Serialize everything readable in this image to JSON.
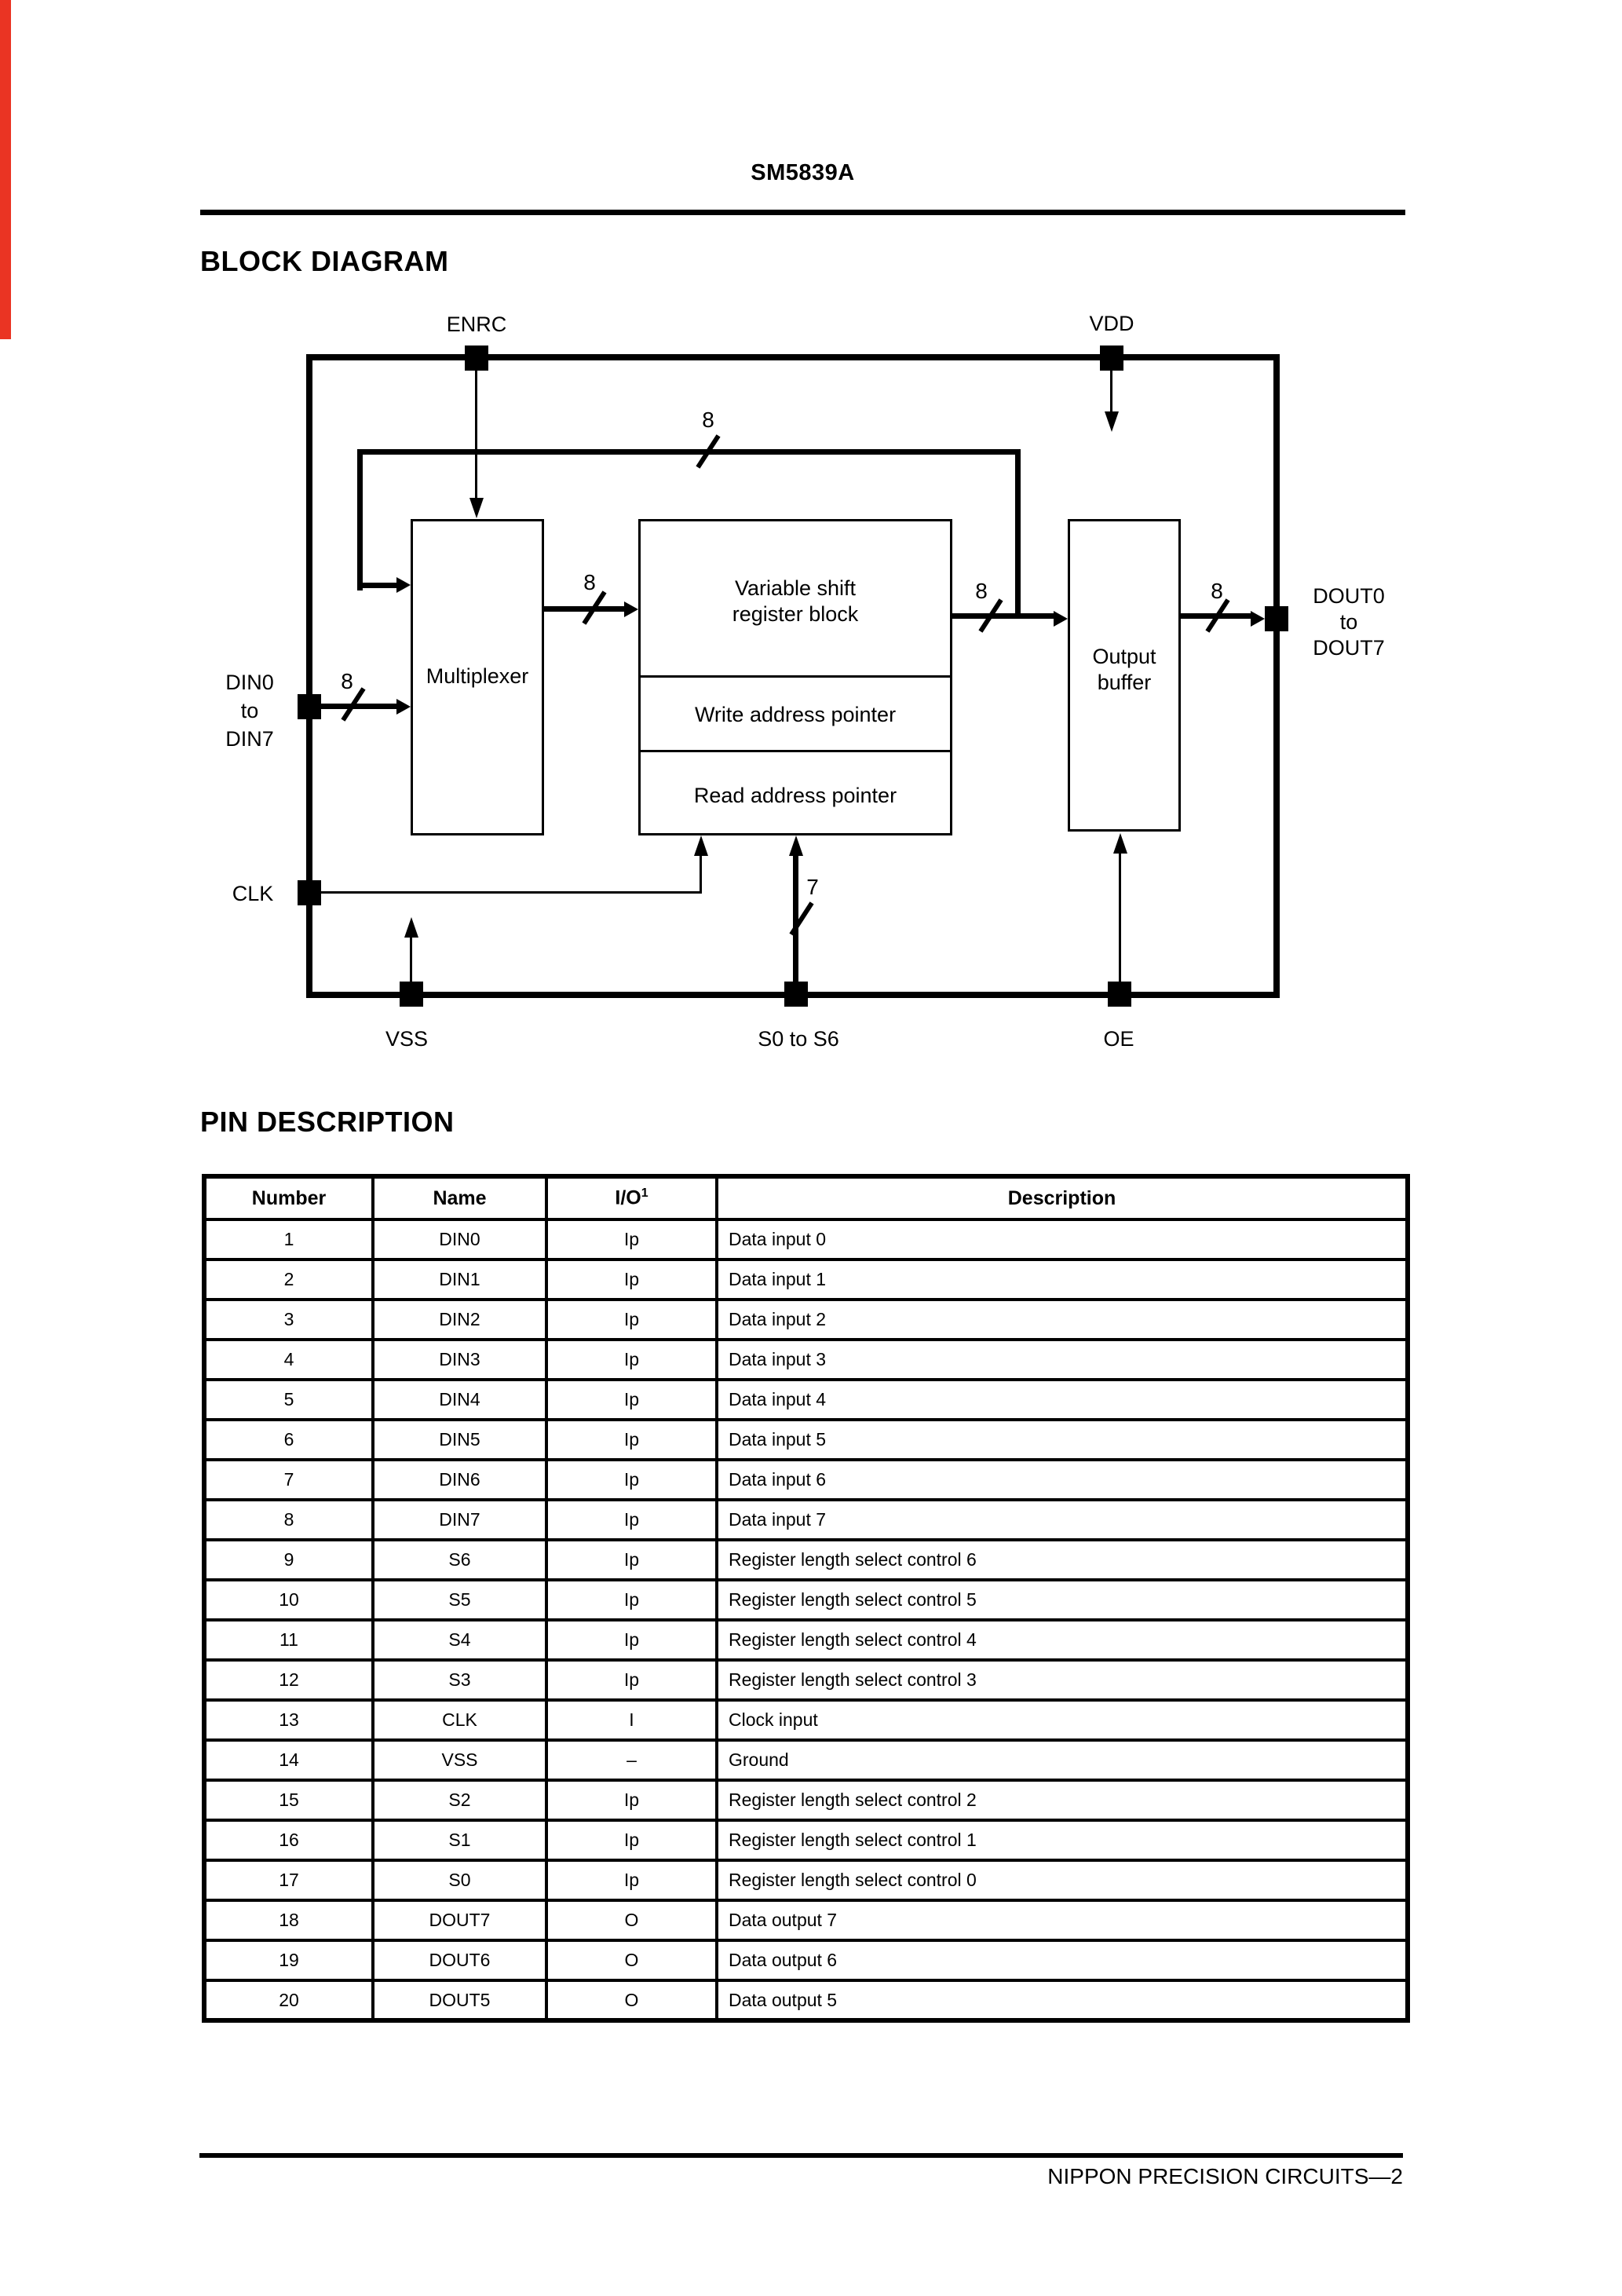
{
  "page": {
    "doc_title": "SM5839A",
    "block_diagram_heading": "BLOCK DIAGRAM",
    "pin_description_heading": "PIN DESCRIPTION",
    "footer": "NIPPON PRECISION CIRCUITS—2"
  },
  "diagram": {
    "pins": {
      "enrc": "ENRC",
      "vdd": "VDD",
      "din": [
        "DIN0",
        "to",
        "DIN7"
      ],
      "clk": "CLK",
      "vss": "VSS",
      "select": "S0 to S6",
      "oe": "OE",
      "dout": [
        "DOUT0",
        "to",
        "DOUT7"
      ]
    },
    "blocks": {
      "multiplexer": "Multiplexer",
      "vsr": [
        "Variable shift",
        "register block"
      ],
      "write_pointer": "Write address pointer",
      "read_pointer": "Read address pointer",
      "output_buffer": [
        "Output",
        "buffer"
      ]
    },
    "bus_widths": {
      "feedback": "8",
      "din": "8",
      "mux_to_vsr": "8",
      "vsr_to_buffer": "8",
      "dout": "8",
      "select": "7"
    }
  },
  "pin_table": {
    "headers": [
      "Number",
      "Name",
      "I/O",
      "Description"
    ],
    "io_superscript": "1",
    "rows": [
      [
        "1",
        "DIN0",
        "Ip",
        "Data input 0"
      ],
      [
        "2",
        "DIN1",
        "Ip",
        "Data input 1"
      ],
      [
        "3",
        "DIN2",
        "Ip",
        "Data input 2"
      ],
      [
        "4",
        "DIN3",
        "Ip",
        "Data input 3"
      ],
      [
        "5",
        "DIN4",
        "Ip",
        "Data input 4"
      ],
      [
        "6",
        "DIN5",
        "Ip",
        "Data input 5"
      ],
      [
        "7",
        "DIN6",
        "Ip",
        "Data input 6"
      ],
      [
        "8",
        "DIN7",
        "Ip",
        "Data input 7"
      ],
      [
        "9",
        "S6",
        "Ip",
        "Register length select control 6"
      ],
      [
        "10",
        "S5",
        "Ip",
        "Register length select control 5"
      ],
      [
        "11",
        "S4",
        "Ip",
        "Register length select control 4"
      ],
      [
        "12",
        "S3",
        "Ip",
        "Register length select control 3"
      ],
      [
        "13",
        "CLK",
        "I",
        "Clock input"
      ],
      [
        "14",
        "VSS",
        "–",
        "Ground"
      ],
      [
        "15",
        "S2",
        "Ip",
        "Register length select control 2"
      ],
      [
        "16",
        "S1",
        "Ip",
        "Register length select control 1"
      ],
      [
        "17",
        "S0",
        "Ip",
        "Register length select control 0"
      ],
      [
        "18",
        "DOUT7",
        "O",
        "Data output 7"
      ],
      [
        "19",
        "DOUT6",
        "O",
        "Data output 6"
      ],
      [
        "20",
        "DOUT5",
        "O",
        "Data output 5"
      ]
    ]
  }
}
